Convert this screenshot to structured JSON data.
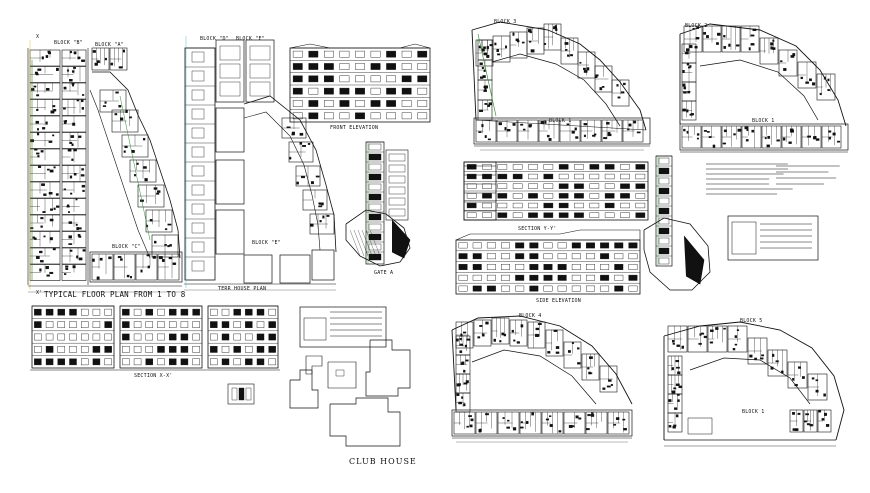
{
  "labels": {
    "block_b_top": "BLOCK \"B\"",
    "block_a_top": "BLOCK \"A\"",
    "block_c_bottom": "BLOCK \"C\"",
    "floor_plan_title": "TYPICAL FLOOR PLAN FROM 1 TO 8",
    "block_d_top": "BLOCK \"D\"",
    "block_e_top": "BLOCK \"E\"",
    "block_e_bottom": "BLOCK \"E\"",
    "terrace_plan": "TERR HOUSE PLAN",
    "front_elevation": "FRONT ELEVATION",
    "section_x": "SECTION X-X'",
    "club_house": "CLUB HOUSE",
    "section_y": "SECTION Y-Y'",
    "side_elevation": "SIDE ELEVATION",
    "block1": "BLOCK 1",
    "block2": "BLOCK 2",
    "block3": "BLOCK 3",
    "block4": "BLOCK 4",
    "block5": "BLOCK 5",
    "gate_a": "GATE A",
    "x_mark": "X",
    "x_mark2": "X'"
  },
  "colors": {
    "line": "#111111",
    "accent_green": "#2e8b2e",
    "accent_yellow": "#d6b800",
    "accent_cyan": "#3aa7c9",
    "background": "#ffffff"
  }
}
